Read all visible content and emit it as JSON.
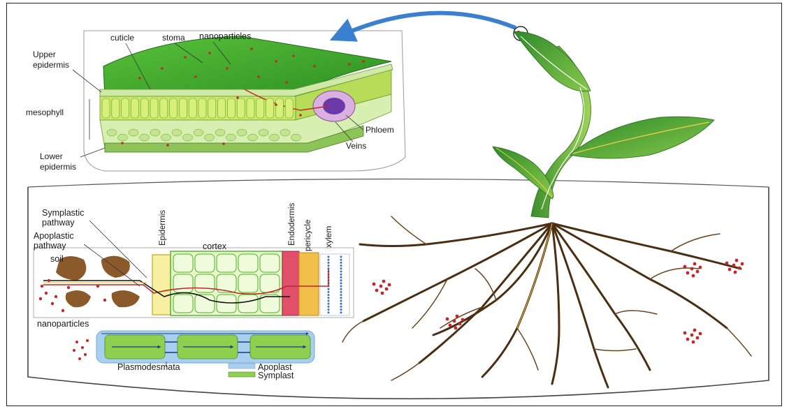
{
  "leaf_labels": {
    "cuticle": "cuticle",
    "stoma": "stoma",
    "nanoparticles": "nanoparticles",
    "upper_epidermis_1": "Upper",
    "upper_epidermis_2": "epidermis",
    "mesophyll": "mesophyll",
    "lower_epidermis_1": "Lower",
    "lower_epidermis_2": "epidermis",
    "phloem": "Phloem",
    "veins": "Veins"
  },
  "root_labels": {
    "symplastic_1": "Symplastic",
    "symplastic_2": "pathway",
    "apoplastic_1": "Apoplastic",
    "apoplastic_2": "pathway",
    "soil": "soil",
    "epidermis": "Epidermis",
    "cortex": "cortex",
    "endodermis": "Endodermis",
    "pericycle": "pericycle",
    "xylem": "xylem",
    "nanoparticles": "nanoparticles"
  },
  "legend": {
    "plasmodesmata": "Plasmodesmata",
    "apoplast": "Apoplast",
    "symplast": "Symplast"
  },
  "colors": {
    "leaf_green": "#3fae2a",
    "leaf_dark": "#1f7a1a",
    "palisade": "#b8e05a",
    "nanoparticle": "#c0282b",
    "soil_brown": "#8b5a2b",
    "root_brown": "#5a3a1a",
    "arrow_blue": "#3b7fd0",
    "apoplast_blue": "#a9cfee",
    "symplast_green": "#8fd14f",
    "endodermis_red": "#e0506a",
    "pericycle_yellow": "#f1c04a"
  }
}
